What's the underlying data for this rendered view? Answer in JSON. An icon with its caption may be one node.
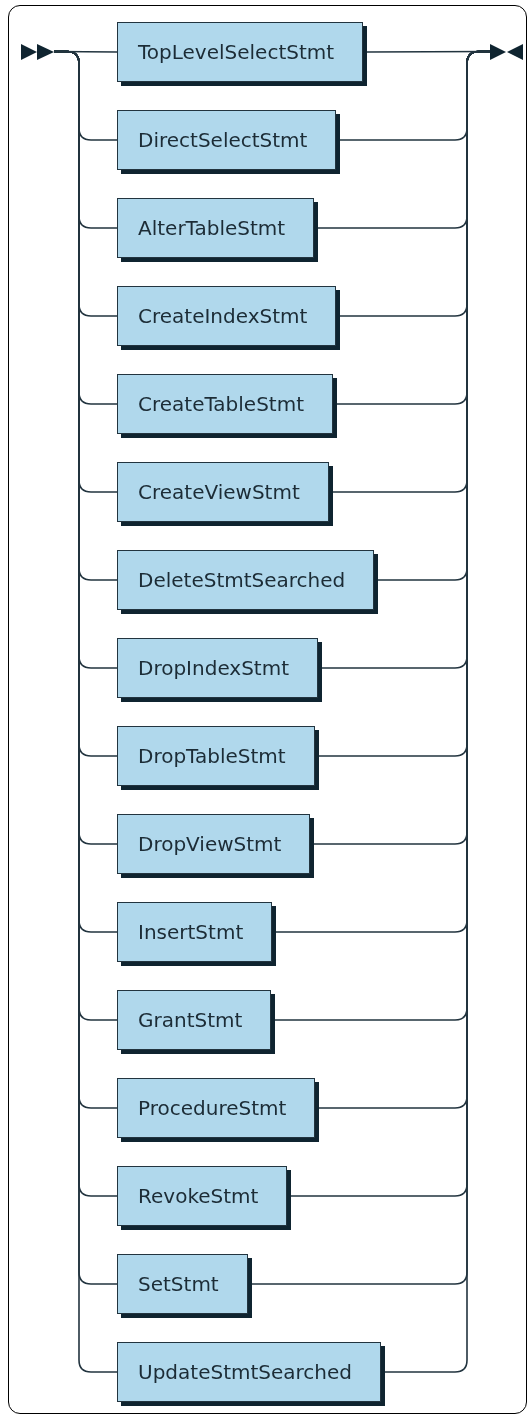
{
  "diagram": {
    "nodes": [
      {
        "text": [],
        "shape": "triangle"
      },
      {
        "text": [
          "TopLevelSelectStmt"
        ]
      },
      {
        "text": [
          "DirectSelectStmt"
        ]
      },
      {
        "text": [
          "AlterTableStmt"
        ]
      },
      {
        "text": [
          "CreateIndexStmt"
        ]
      },
      {
        "text": [
          "CreateTableStmt"
        ]
      },
      {
        "text": [
          "CreateViewStmt"
        ]
      },
      {
        "text": [
          "DeleteStmtSearched"
        ]
      },
      {
        "text": [
          "DropIndexStmt"
        ]
      },
      {
        "text": [
          "DropTableStmt"
        ]
      },
      {
        "text": [
          "DropViewStmt"
        ]
      },
      {
        "text": [
          "InsertStmt"
        ]
      },
      {
        "text": [
          "GrantStmt"
        ]
      },
      {
        "text": [
          "ProcedureStmt"
        ]
      },
      {
        "text": [
          "RevokeStmt"
        ]
      },
      {
        "text": [
          "SetStmt"
        ]
      },
      {
        "text": [
          "UpdateStmtSearched"
        ]
      },
      {
        "text": [],
        "shape": "triangle"
      }
    ],
    "edges": [
      {
        "from": 0,
        "to": 1,
        "arrow": "none"
      },
      {
        "from": 0,
        "to": 2,
        "arrow": "none"
      },
      {
        "from": 0,
        "to": 3,
        "arrow": "none"
      },
      {
        "from": 0,
        "to": 4,
        "arrow": "none"
      },
      {
        "from": 0,
        "to": 5,
        "arrow": "none"
      },
      {
        "from": 0,
        "to": 6,
        "arrow": "none"
      },
      {
        "from": 0,
        "to": 7,
        "arrow": "none"
      },
      {
        "from": 0,
        "to": 8,
        "arrow": "none"
      },
      {
        "from": 0,
        "to": 9,
        "arrow": "none"
      },
      {
        "from": 0,
        "to": 10,
        "arrow": "none"
      },
      {
        "from": 0,
        "to": 11,
        "arrow": "none"
      },
      {
        "from": 0,
        "to": 12,
        "arrow": "none"
      },
      {
        "from": 0,
        "to": 13,
        "arrow": "none"
      },
      {
        "from": 0,
        "to": 14,
        "arrow": "none"
      },
      {
        "from": 0,
        "to": 15,
        "arrow": "none"
      },
      {
        "from": 0,
        "to": 16,
        "arrow": "none"
      },
      {
        "from": 1,
        "to": 17,
        "arrow": "none"
      },
      {
        "from": 2,
        "to": 17,
        "arrow": "none"
      },
      {
        "from": 3,
        "to": 17,
        "arrow": "none"
      },
      {
        "from": 4,
        "to": 17,
        "arrow": "none"
      },
      {
        "from": 5,
        "to": 17,
        "arrow": "none"
      },
      {
        "from": 6,
        "to": 17,
        "arrow": "none"
      },
      {
        "from": 7,
        "to": 17,
        "arrow": "none"
      },
      {
        "from": 8,
        "to": 17,
        "arrow": "none"
      },
      {
        "from": 9,
        "to": 17,
        "arrow": "none"
      },
      {
        "from": 10,
        "to": 17,
        "arrow": "none"
      },
      {
        "from": 11,
        "to": 17,
        "arrow": "none"
      },
      {
        "from": 12,
        "to": 17,
        "arrow": "none"
      },
      {
        "from": 13,
        "to": 17,
        "arrow": "none"
      },
      {
        "from": 14,
        "to": 17,
        "arrow": "none"
      },
      {
        "from": 15,
        "to": 17,
        "arrow": "none"
      },
      {
        "from": 16,
        "to": 17,
        "arrow": "none"
      }
    ]
  }
}
